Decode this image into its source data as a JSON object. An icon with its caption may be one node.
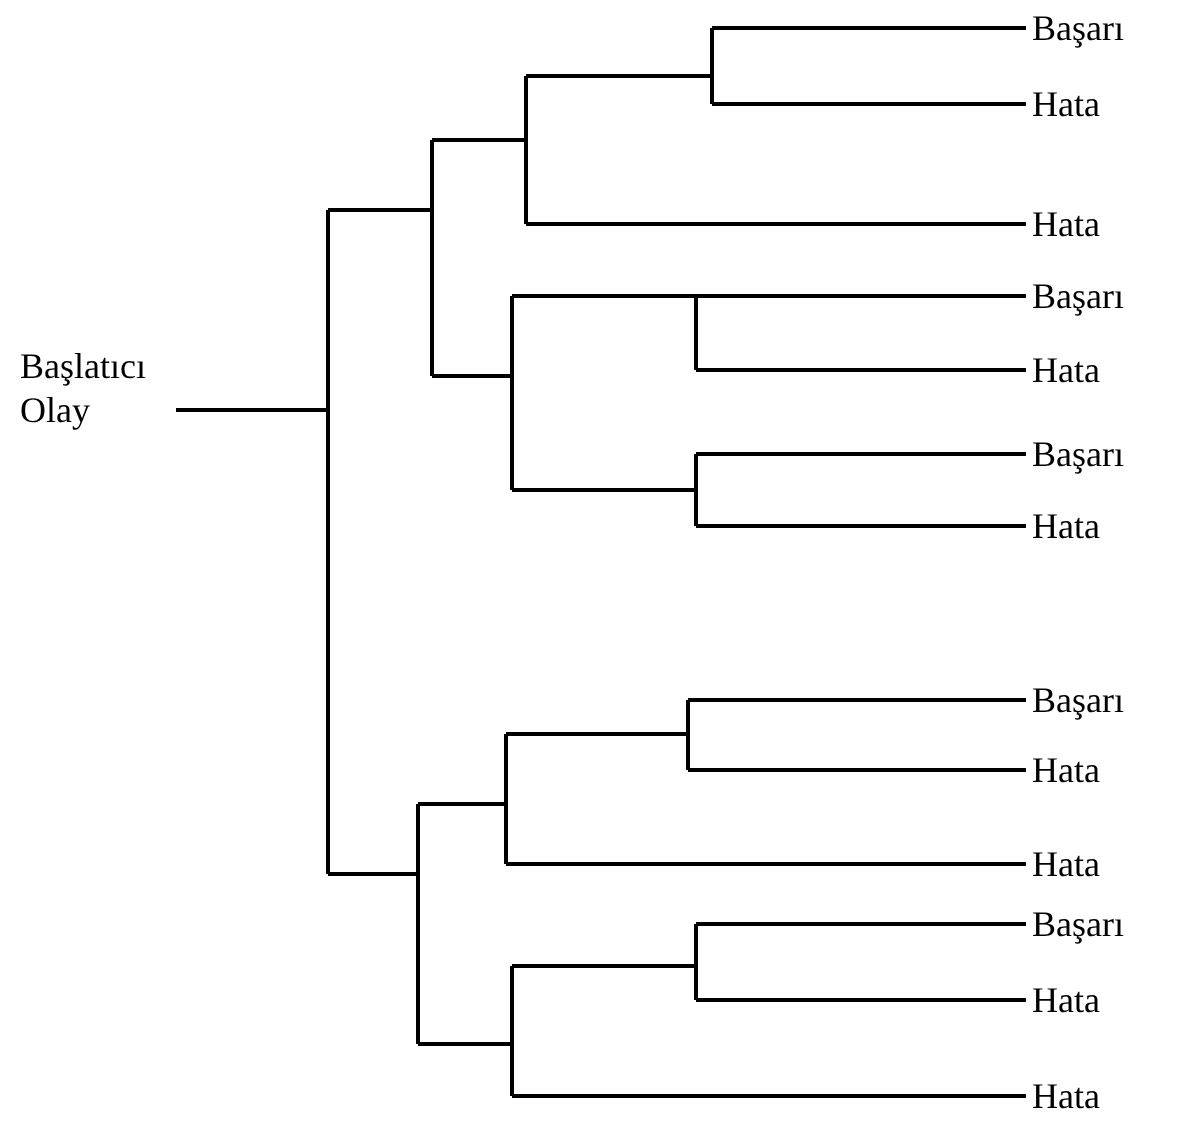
{
  "diagram": {
    "nodes": [
      {
        "text": [
          "Başlatıcı Olay"
        ]
      },
      {
        "text": [
          "Başarı"
        ]
      },
      {
        "text": [
          "Hata"
        ]
      },
      {
        "text": [
          "Hata"
        ]
      },
      {
        "text": [
          "Başarı"
        ]
      },
      {
        "text": [
          "Hata"
        ]
      },
      {
        "text": [
          "Başarı"
        ]
      },
      {
        "text": [
          "Hata"
        ]
      },
      {
        "text": [
          "Başarı"
        ]
      },
      {
        "text": [
          "Hata"
        ]
      },
      {
        "text": [
          "Hata"
        ]
      },
      {
        "text": [
          "Başarı"
        ]
      },
      {
        "text": [
          "Hata"
        ]
      },
      {
        "text": [
          "Hata"
        ]
      },
      {
        "text": [],
        "shape": "bar"
      },
      {
        "text": [],
        "shape": "bar"
      },
      {
        "text": [],
        "shape": "bar"
      },
      {
        "text": [],
        "shape": "bar"
      },
      {
        "text": [],
        "shape": "bar"
      },
      {
        "text": [],
        "shape": "bar"
      },
      {
        "text": [],
        "shape": "bar"
      },
      {
        "text": [],
        "shape": "bar"
      },
      {
        "text": [],
        "shape": "bar"
      },
      {
        "text": [],
        "shape": "bar"
      },
      {
        "text": [],
        "shape": "bar"
      },
      {
        "text": [],
        "shape": "bar"
      }
    ],
    "edges": [
      {
        "from": 0,
        "to": 14,
        "arrow": "none"
      },
      {
        "from": 14,
        "to": 15,
        "arrow": "none"
      },
      {
        "from": 14,
        "to": 16,
        "arrow": "none"
      },
      {
        "from": 15,
        "to": 17,
        "arrow": "none"
      },
      {
        "from": 15,
        "to": 18,
        "arrow": "none"
      },
      {
        "from": 17,
        "to": 21,
        "arrow": "none"
      },
      {
        "from": 17,
        "to": 3,
        "arrow": "none"
      },
      {
        "from": 21,
        "to": 1,
        "arrow": "none"
      },
      {
        "from": 21,
        "to": 2,
        "arrow": "none"
      },
      {
        "from": 18,
        "to": 22,
        "arrow": "none"
      },
      {
        "from": 18,
        "to": 23,
        "arrow": "none"
      },
      {
        "from": 22,
        "to": 4,
        "arrow": "none"
      },
      {
        "from": 22,
        "to": 5,
        "arrow": "none"
      },
      {
        "from": 23,
        "to": 6,
        "arrow": "none"
      },
      {
        "from": 23,
        "to": 7,
        "arrow": "none"
      },
      {
        "from": 16,
        "to": 19,
        "arrow": "none"
      },
      {
        "from": 16,
        "to": 20,
        "arrow": "none"
      },
      {
        "from": 19,
        "to": 24,
        "arrow": "none"
      },
      {
        "from": 19,
        "to": 10,
        "arrow": "none"
      },
      {
        "from": 24,
        "to": 8,
        "arrow": "none"
      },
      {
        "from": 24,
        "to": 9,
        "arrow": "none"
      },
      {
        "from": 20,
        "to": 25,
        "arrow": "none"
      },
      {
        "from": 20,
        "to": 13,
        "arrow": "none"
      },
      {
        "from": 25,
        "to": 11,
        "arrow": "none"
      },
      {
        "from": 25,
        "to": 12,
        "arrow": "none"
      }
    ]
  }
}
